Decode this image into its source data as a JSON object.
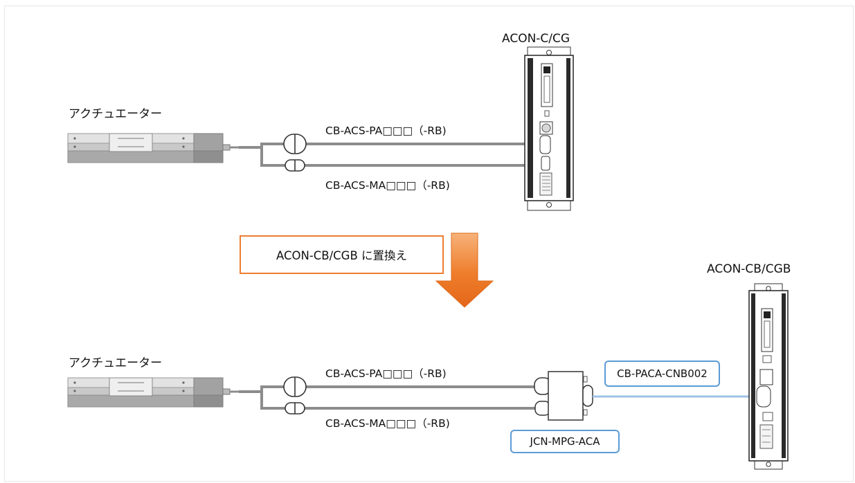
{
  "top": {
    "controller_label": "ACON-C/CG",
    "actuator_label": "アクチュエーター",
    "cable_pa": "CB-ACS-PA□□□（-RB)",
    "cable_ma": "CB-ACS-MA□□□（-RB)"
  },
  "replace_box": {
    "text": "ACON-CB/CGB に置換え"
  },
  "bottom": {
    "controller_label": "ACON-CB/CGB",
    "actuator_label": "アクチュエーター",
    "cable_pa": "CB-ACS-PA□□□（-RB)",
    "cable_ma": "CB-ACS-MA□□□（-RB)",
    "adapter_cable": "CB-PACA-CNB002",
    "junction": "JCN-MPG-ACA"
  },
  "colors": {
    "cable": "#8c8c8c",
    "adapter_cable": "#9dc3e6",
    "accent_orange": "#ed7d31",
    "box_blue": "#5b9bd5"
  }
}
